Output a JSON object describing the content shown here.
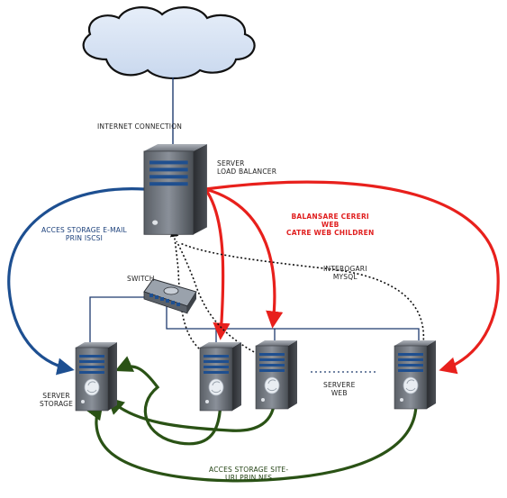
{
  "labels": {
    "internet_connection": "INTERNET CONNECTION",
    "server_load_balancer": [
      "SERVER",
      "LOAD BALANCER"
    ],
    "balansare": [
      "BALANSARE CERERI",
      "WEB",
      "CATRE WEB CHILDREN"
    ],
    "acces_storage_email": [
      "ACCES STORAGE E-MAIL",
      "PRIN ISCSI"
    ],
    "interogari_mysql": [
      "INTEROGARI",
      "MYSQL"
    ],
    "switch": "SWITCH",
    "server_storage": [
      "SERVER",
      "STORAGE"
    ],
    "servere_web": [
      "SERVERE",
      "WEB"
    ],
    "acces_storage_nfs": [
      "ACCES STORAGE SITE-",
      "URI PRIN NFS"
    ]
  },
  "colors": {
    "red_link": "#e8201c",
    "blue_link": "#1d4f91",
    "green_link": "#2a5215",
    "cloud_fill": "#d6e3f3",
    "network_line": "#1e3a6e"
  },
  "icons": {
    "cloud": "cloud-icon",
    "server": "server-tower-icon",
    "switch": "network-switch-icon"
  }
}
